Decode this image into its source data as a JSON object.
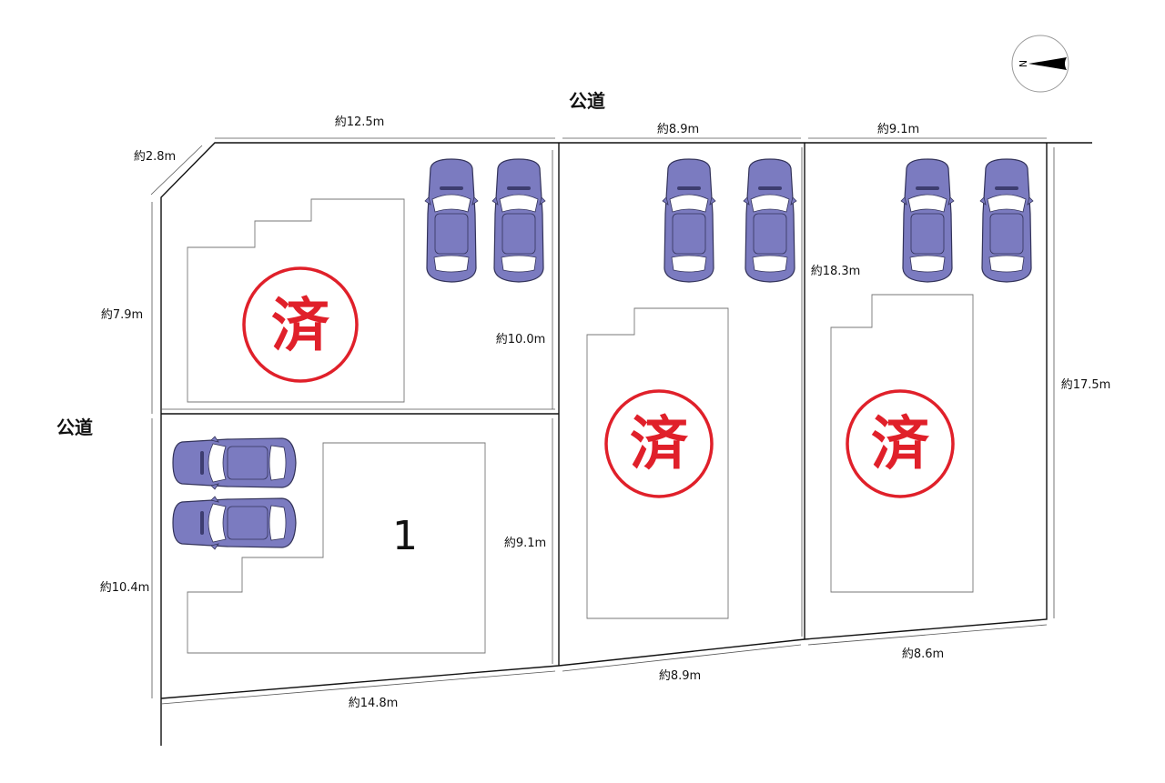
{
  "roads": {
    "north": "公道",
    "west": "公道"
  },
  "compass": {
    "label": "N"
  },
  "dimensions": {
    "top_lot1": "約12.5m",
    "top_lot2": "約8.9m",
    "top_lot3": "約9.1m",
    "corner_cut": "約2.8m",
    "left_upper": "約7.9m",
    "left_lower": "約10.4m",
    "lot1_upper_right": "約10.0m",
    "lot1_lower_right": "約9.1m",
    "lot2_left": "約18.3m",
    "lot3_right": "約17.5m",
    "bottom_lot1": "約14.8m",
    "bottom_lot2": "約8.9m",
    "bottom_lot3": "約8.6m"
  },
  "lots": [
    {
      "label": "済",
      "status": "sold"
    },
    {
      "label": "1",
      "status": "available"
    },
    {
      "label": "済",
      "status": "sold"
    },
    {
      "label": "済",
      "status": "sold"
    }
  ],
  "colors": {
    "sold_seal": "#e0202a",
    "car": "#7b7bc0"
  }
}
